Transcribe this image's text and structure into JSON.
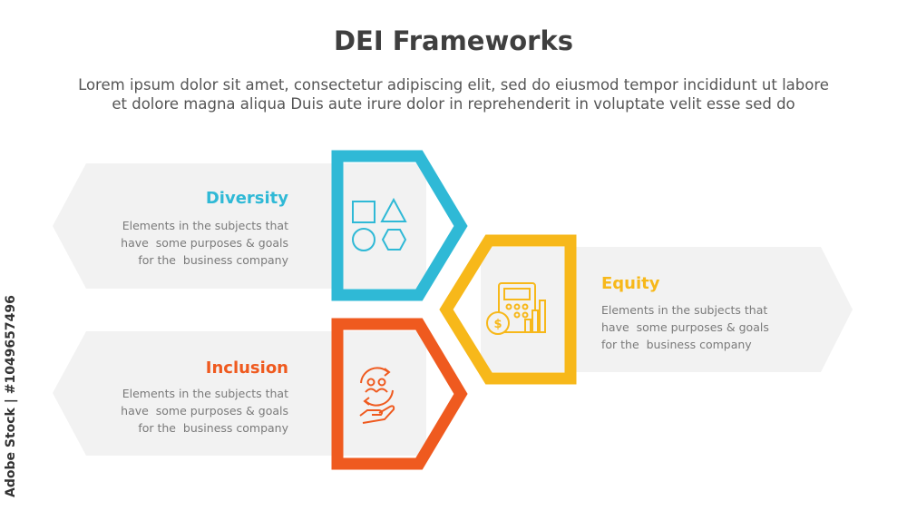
{
  "title": "DEI Frameworks",
  "subtitle_line1": "Lorem ipsum dolor sit amet, consectetur adipiscing elit, sed do eiusmod tempor incididunt ut labore",
  "subtitle_line2": "et dolore magna aliqua Duis aute irure dolor in reprehenderit in voluptate velit esse sed do",
  "items": [
    {
      "label": "Diversity",
      "color": "#2fb9d6",
      "icon": "shapes-icon",
      "desc": "Elements in the subjects that\nhave  some purposes & goals\nfor the  business company"
    },
    {
      "label": "Equity",
      "color": "#f7b81a",
      "icon": "calculator-money-chart-icon",
      "desc": "Elements in the subjects that\nhave  some purposes & goals\nfor the  business company"
    },
    {
      "label": "Inclusion",
      "color": "#ef5a1f",
      "icon": "people-cycle-hand-icon",
      "desc": "Elements in the subjects that\nhave  some purposes & goals\nfor the  business company"
    }
  ],
  "watermark": "Adobe Stock | #1049657496",
  "panel_color": "#f2f2f2"
}
